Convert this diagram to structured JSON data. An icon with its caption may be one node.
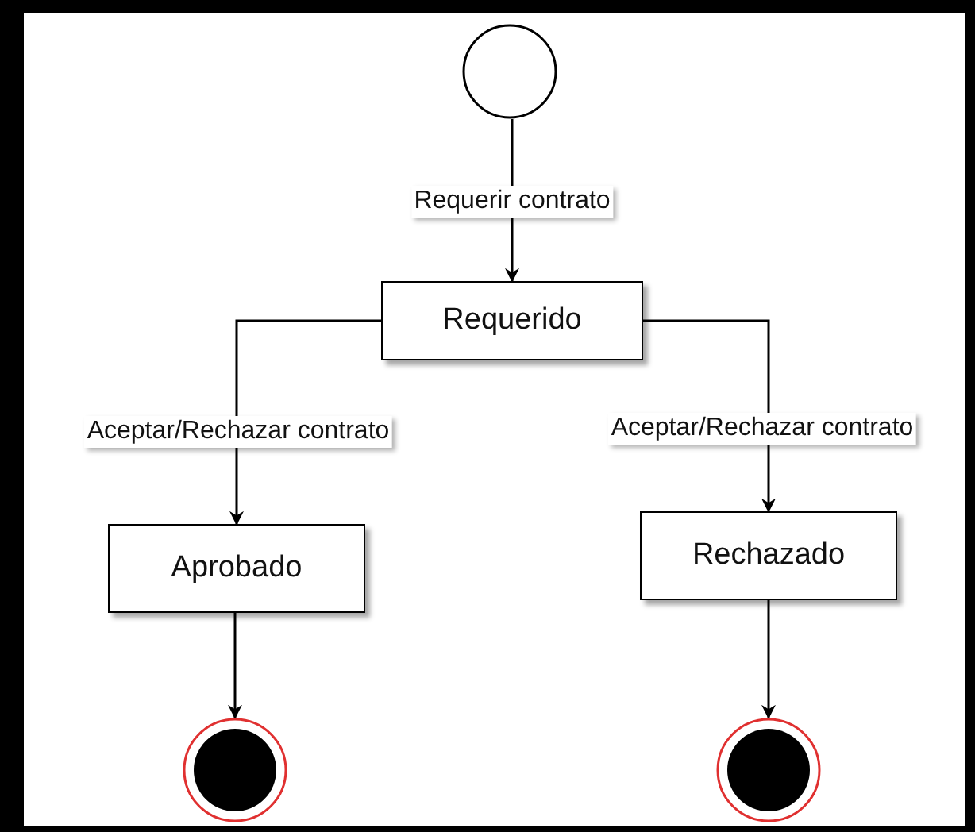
{
  "diagram": {
    "nodes": [
      {
        "text": [],
        "shape": "circle"
      },
      {
        "text": [
          "Requerido"
        ]
      },
      {
        "text": [
          "Aprobado"
        ]
      },
      {
        "text": [
          "Rechazado"
        ]
      },
      {
        "text": [],
        "shape": "circle"
      },
      {
        "text": [],
        "shape": "circle"
      }
    ],
    "edges": [
      {
        "from": 0,
        "to": 1,
        "arrow": "to",
        "label": "Requerir contrato"
      },
      {
        "from": 1,
        "to": 2,
        "arrow": "to",
        "label": "Aceptar/Rechazar contrato"
      },
      {
        "from": 1,
        "to": 3,
        "arrow": "to",
        "label": "Aceptar/Rechazar contrato"
      },
      {
        "from": 2,
        "to": 4,
        "arrow": "to"
      },
      {
        "from": 3,
        "to": 5,
        "arrow": "to"
      }
    ]
  }
}
